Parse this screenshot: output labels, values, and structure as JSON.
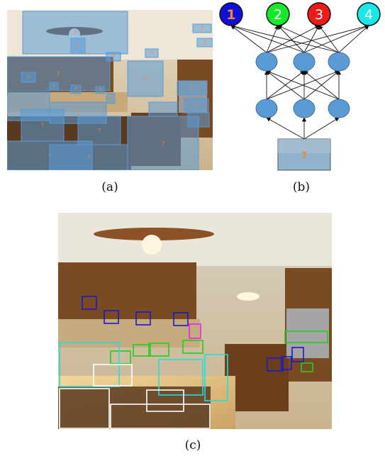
{
  "captions": {
    "a": "(a)",
    "b": "(b)",
    "c": "(c)"
  },
  "network": {
    "output_labels": [
      "1",
      "2",
      "3",
      "4"
    ],
    "output_colors": [
      "#1010d8",
      "#17e82a",
      "#ee1a1a",
      "#19e8e8"
    ],
    "output_text_colors": [
      "#f08a2a",
      "#ffffff",
      "#ffffff",
      "#ffffff"
    ],
    "node_color": "#5b9bd5",
    "node_stroke": "#41719c",
    "input_glyph": "?"
  },
  "panel_a": {
    "overlay_color": "#5b9bd5",
    "glyph": "?",
    "glyph_color": "#f08a2a"
  },
  "panel_c": {
    "box_colors": {
      "blue": "#1a1acc",
      "green": "#22cc22",
      "cyan": "#22dddd",
      "magenta": "#ee22ee",
      "white": "#ffffff"
    }
  }
}
